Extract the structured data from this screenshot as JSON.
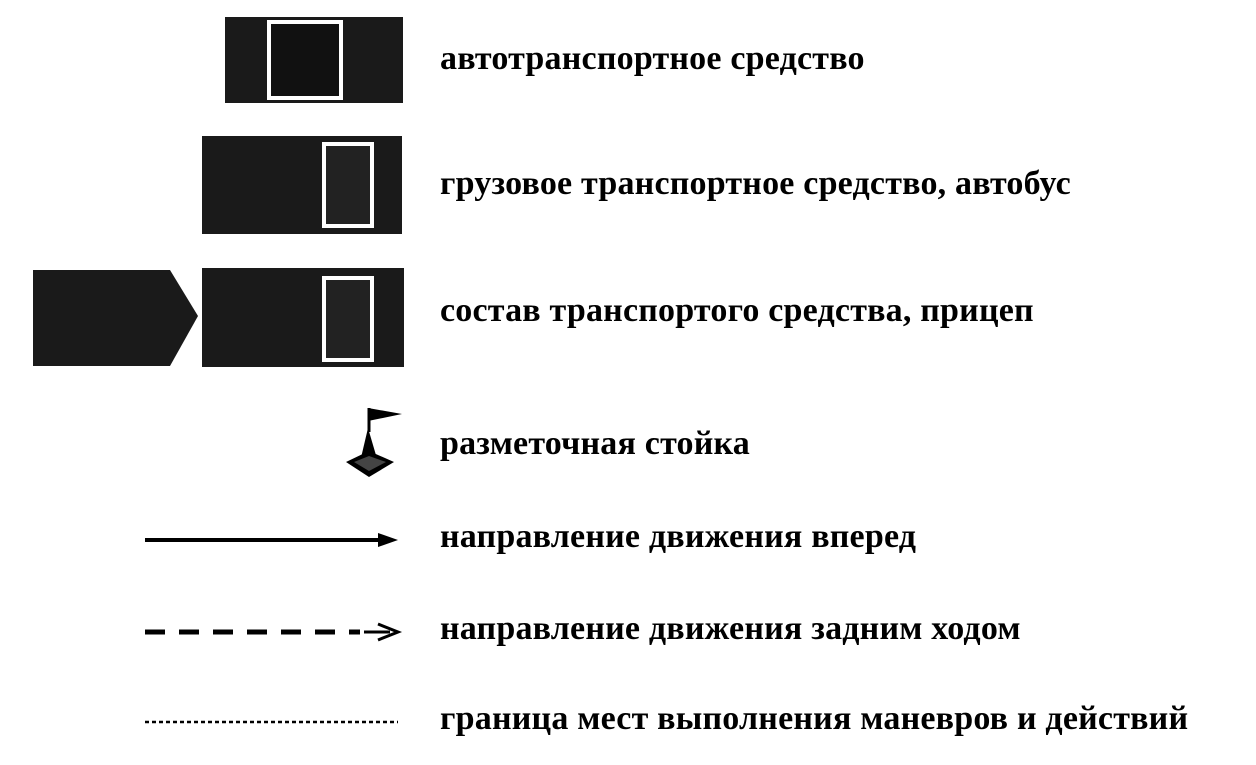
{
  "legend": {
    "items": [
      {
        "symbol": "passenger-car-icon",
        "label": "автотранспортное средство"
      },
      {
        "symbol": "truck-bus-icon",
        "label": "грузовое транспортное средство, автобус"
      },
      {
        "symbol": "vehicle-with-trailer-icon",
        "label": "состав транспортого средства, прицеп"
      },
      {
        "symbol": "marker-post-icon",
        "label": "разметочная стойка"
      },
      {
        "symbol": "solid-arrow-icon",
        "label": "направление движения вперед"
      },
      {
        "symbol": "dashed-arrow-icon",
        "label": "направление движения задним ходом"
      },
      {
        "symbol": "dotted-line-icon",
        "label": "граница мест выполнения маневров и действий"
      }
    ]
  },
  "colors": {
    "vehicle_fill": "#1a1a1a",
    "line": "#000000"
  }
}
